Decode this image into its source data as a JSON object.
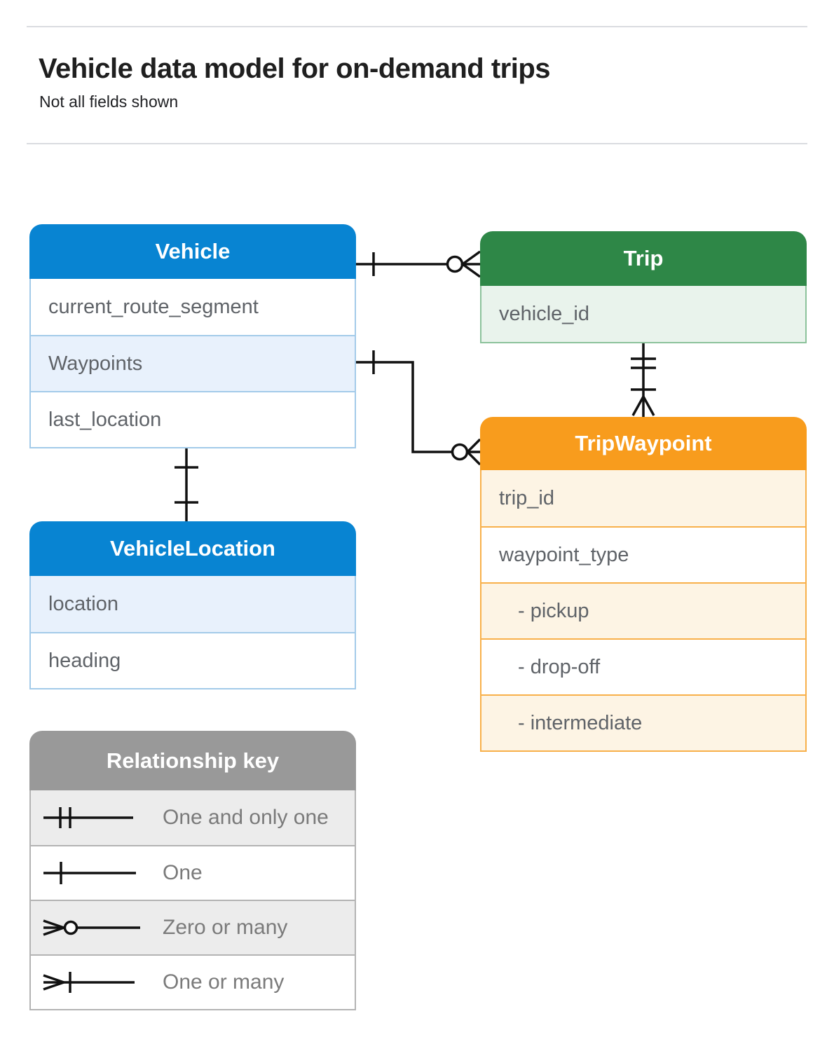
{
  "page": {
    "title": "Vehicle data model for on-demand trips",
    "subtitle": "Not all fields shown"
  },
  "entities": {
    "vehicle": {
      "title": "Vehicle",
      "fields": [
        "current_route_segment",
        "Waypoints",
        "last_location"
      ]
    },
    "trip": {
      "title": "Trip",
      "fields": [
        "vehicle_id"
      ]
    },
    "trip_waypoint": {
      "title": "TripWaypoint",
      "fields": [
        "trip_id",
        "waypoint_type",
        "- pickup",
        "- drop-off",
        "- intermediate"
      ]
    },
    "vehicle_location": {
      "title": "VehicleLocation",
      "fields": [
        "location",
        "heading"
      ]
    }
  },
  "relationship_key": {
    "title": "Relationship key",
    "items": [
      {
        "symbol": "one-and-only-one",
        "label": "One and only one"
      },
      {
        "symbol": "one",
        "label": "One"
      },
      {
        "symbol": "zero-or-many",
        "label": "Zero or many"
      },
      {
        "symbol": "one-or-many",
        "label": "One or many"
      }
    ]
  },
  "relationships": [
    {
      "from": "Vehicle",
      "to": "Trip",
      "from_end": "one",
      "to_end": "zero-or-many"
    },
    {
      "from": "Vehicle.Waypoints",
      "to": "TripWaypoint",
      "from_end": "one",
      "to_end": "zero-or-many"
    },
    {
      "from": "Trip",
      "to": "TripWaypoint",
      "from_end": "one-and-only-one",
      "to_end": "one-or-many"
    },
    {
      "from": "Vehicle",
      "to": "VehicleLocation",
      "from_end": "one",
      "to_end": "one"
    }
  ],
  "colors": {
    "blue_header": "#0884d2",
    "blue_tint": "#e8f1fc",
    "blue_border": "#a3cbe9",
    "green_header": "#2e8747",
    "green_tint": "#e9f3ec",
    "green_border": "#8cc29b",
    "orange_header": "#f89c1d",
    "orange_tint": "#fdf4e4",
    "orange_border": "#f8b04a",
    "gray_header": "#999999",
    "gray_tint": "#ececec",
    "divider": "#dadce0",
    "field_text": "#5f6368",
    "connector_line": "#111111"
  }
}
